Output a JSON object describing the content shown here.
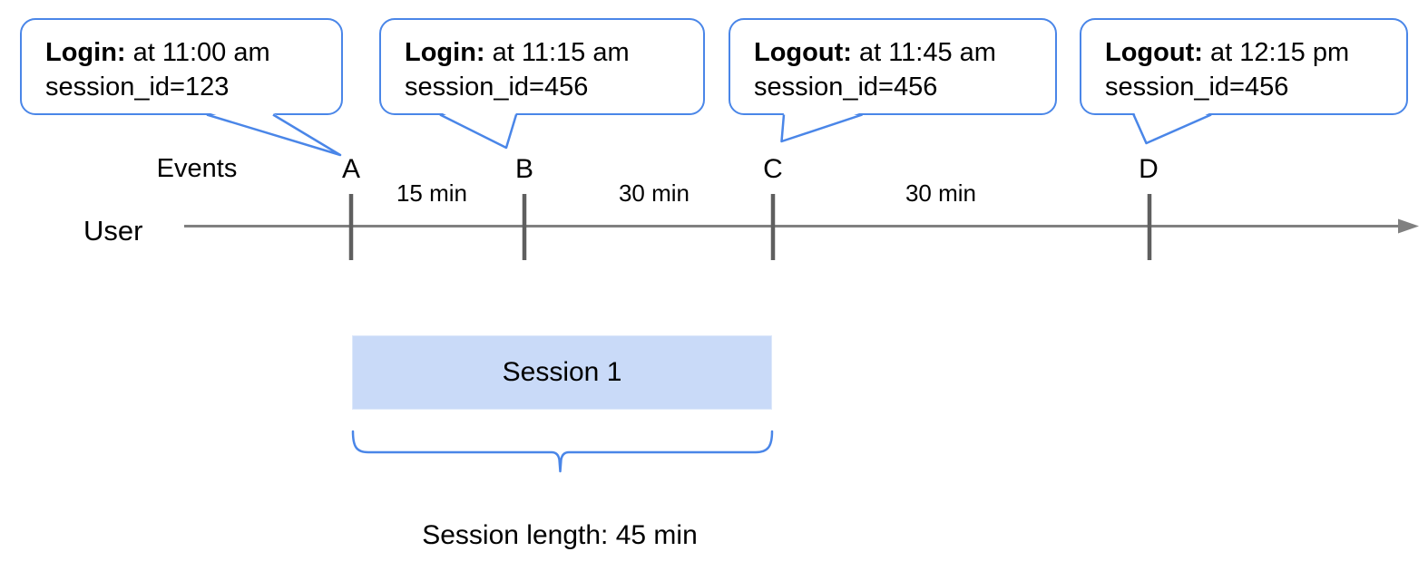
{
  "callouts": [
    {
      "title": "Login:",
      "time": "at 11:00 am",
      "session_id": "session_id=123"
    },
    {
      "title": "Login:",
      "time": "at 11:15 am",
      "session_id": "session_id=456"
    },
    {
      "title": "Logout:",
      "time": "at 11:45 am",
      "session_id": "session_id=456"
    },
    {
      "title": "Logout:",
      "time": "at 12:15 pm",
      "session_id": "session_id=456"
    }
  ],
  "timeline": {
    "events_label": "Events",
    "user_label": "User",
    "markers": [
      "A",
      "B",
      "C",
      "D"
    ],
    "intervals": [
      "15 min",
      "30 min",
      "30 min"
    ]
  },
  "session": {
    "box_label": "Session 1",
    "length_label": "Session length: 45 min"
  },
  "colors": {
    "accent_blue": "#4a86e8",
    "session_fill": "#c9daf8",
    "timeline_gray": "#808080",
    "tick_gray": "#5f5f5f",
    "text": "#000000"
  }
}
